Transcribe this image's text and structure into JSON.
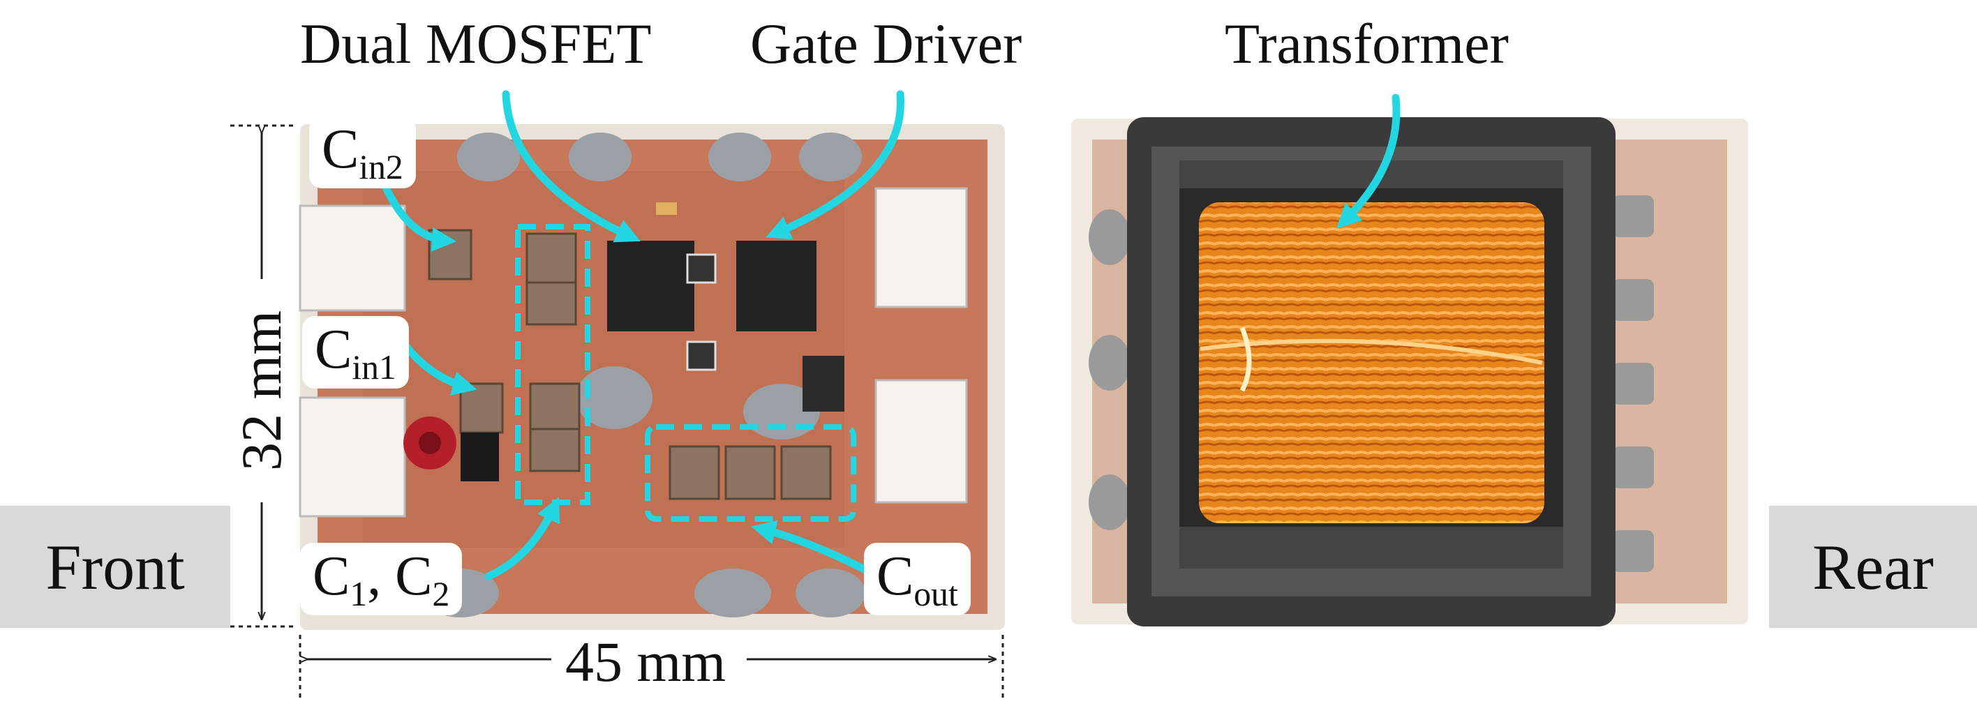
{
  "labels": {
    "dual_mosfet": "Dual MOSFET",
    "gate_driver": "Gate Driver",
    "transformer": "Transformer",
    "front": "Front",
    "rear": "Rear",
    "height_dim": "32 mm",
    "width_dim": "45 mm",
    "cin2": {
      "main": "C",
      "sub": "in2"
    },
    "cin1": {
      "main": "C",
      "sub": "in1"
    },
    "c1c2": {
      "c": "C",
      "sub1": "1",
      "sep": ", C",
      "sub2": "2"
    },
    "cout": {
      "main": "C",
      "sub": "out"
    }
  },
  "colors": {
    "callout": "#22d7e2",
    "pcb_copper": "#c8785a",
    "pcb_edge": "#e8e2d8",
    "winding": "#e8861e",
    "core": "#3a3a3a",
    "tag_gray": "#d9d9d9"
  }
}
